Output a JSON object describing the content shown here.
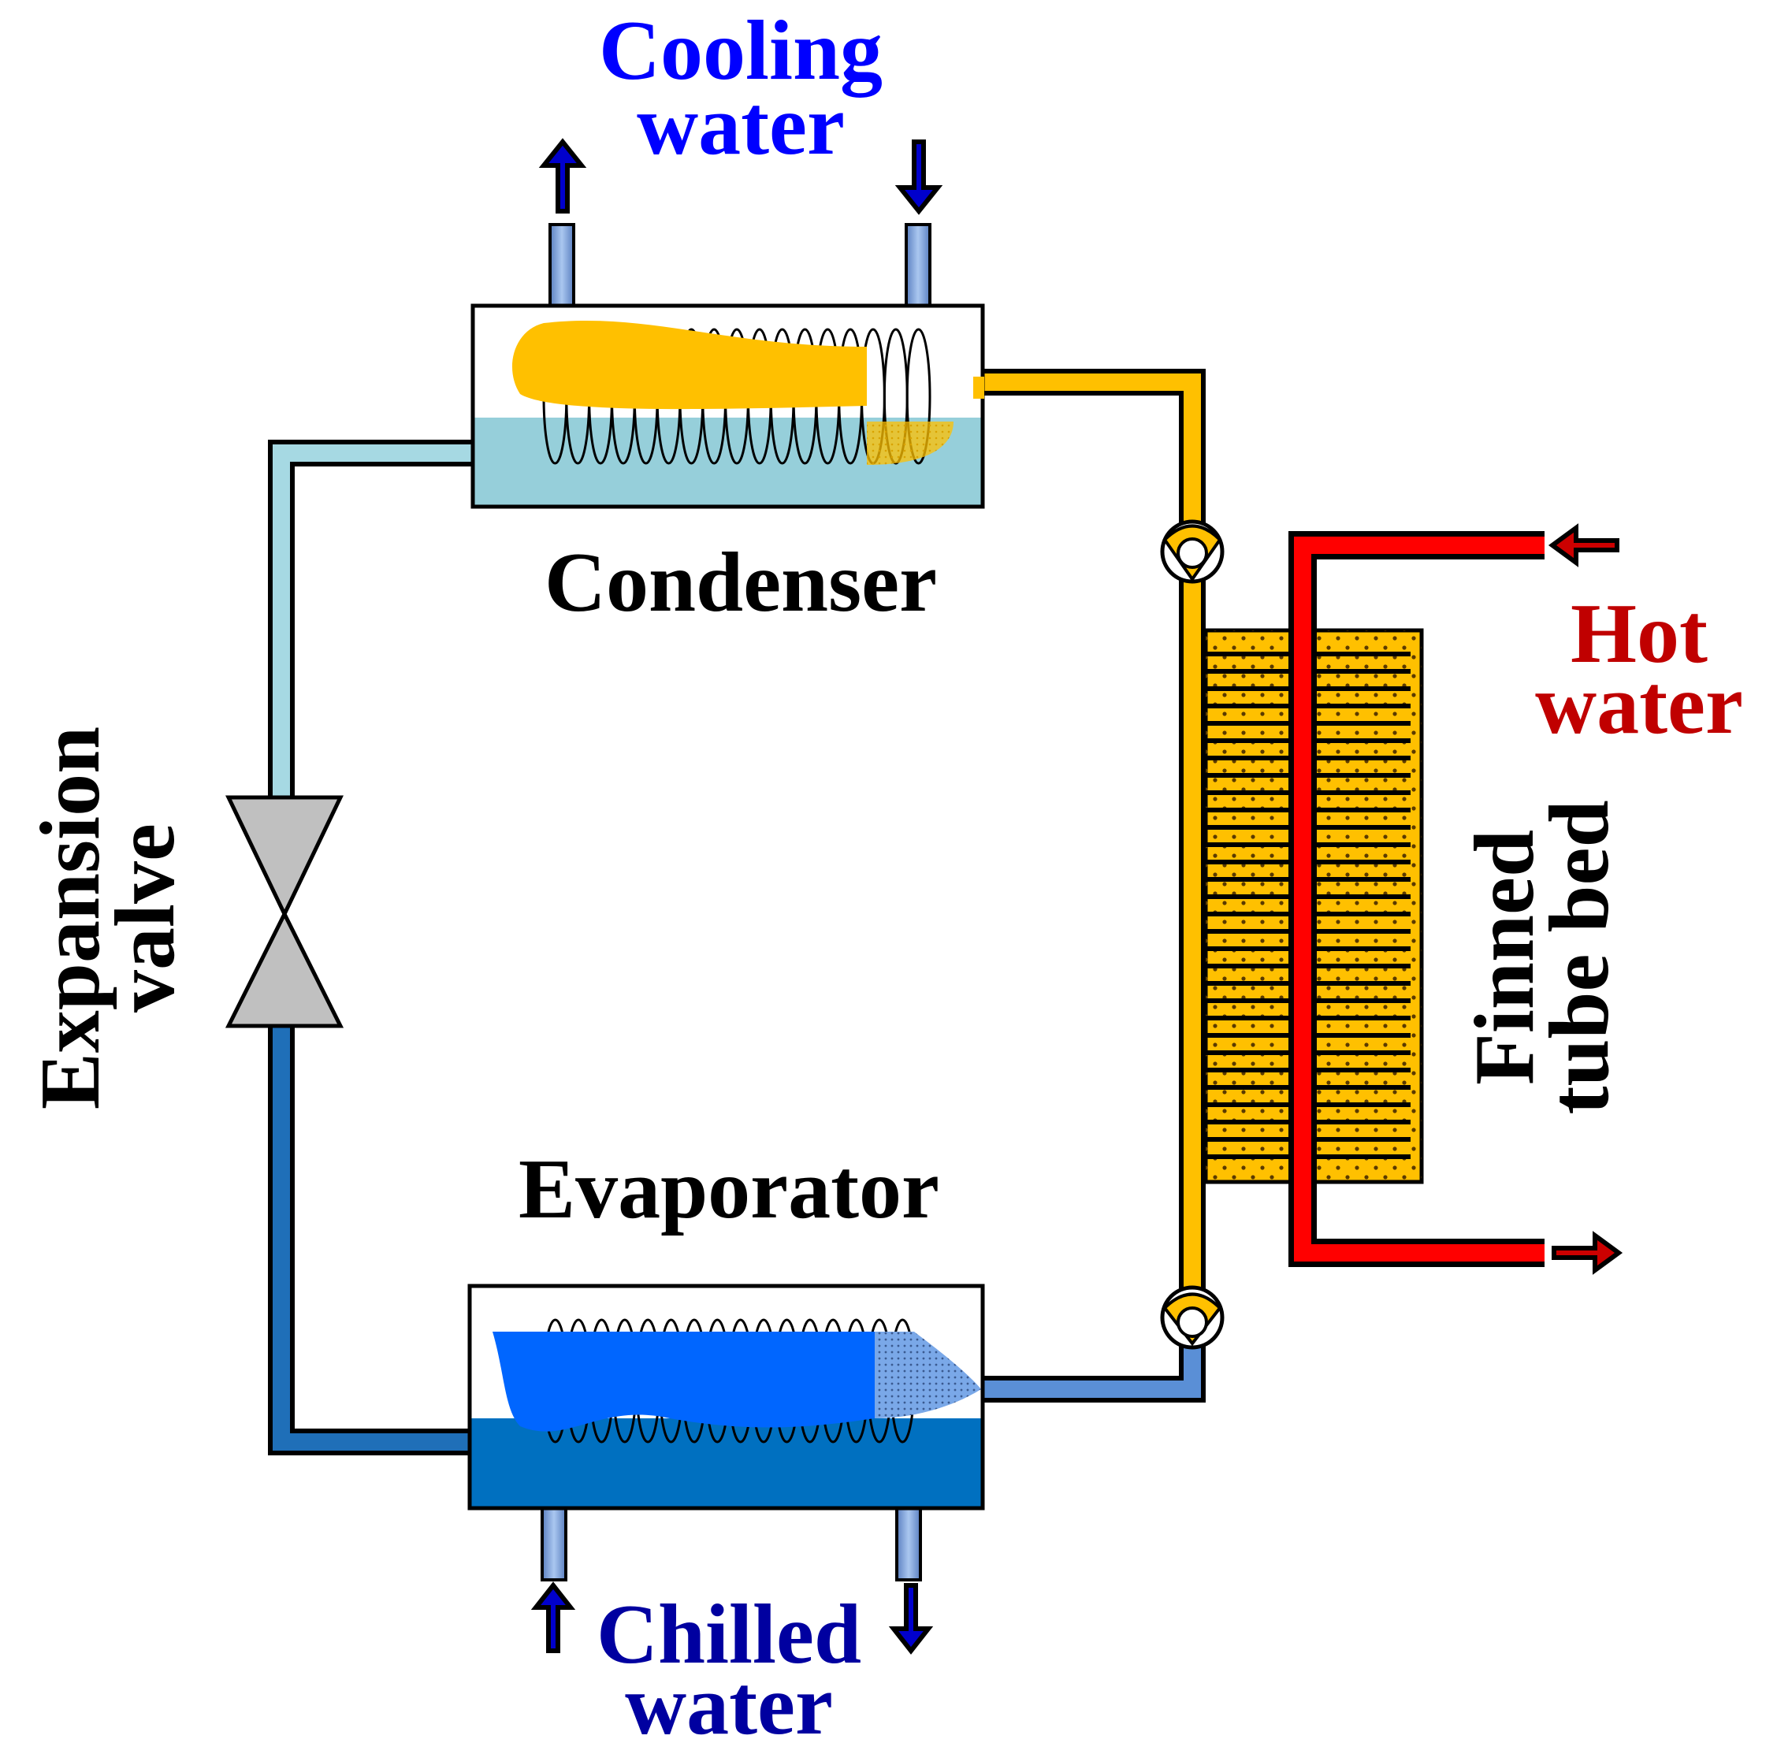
{
  "labels": {
    "cooling_water": [
      "Cooling",
      "water"
    ],
    "condenser": "Condenser",
    "evaporator": "Evaporator",
    "expansion_valve": [
      "Expansion",
      "valve"
    ],
    "chilled_water": [
      "Chilled",
      "water"
    ],
    "hot_water": [
      "Hot",
      "water"
    ],
    "finned_tube_bed": [
      "Finned",
      "tube bed"
    ]
  },
  "colors": {
    "refrigerant_vapor": "#FFC000",
    "condenser_water": "#96CFDA",
    "condensed_line": "#A6D9E3",
    "evaporator_water": "#0070C0",
    "evaporator_line": "#1F6FB8",
    "evaporator_vapor_line": "#5A8FD6",
    "evaporating_fluid": "#0066FF",
    "hot_water_pipe": "#FF0000",
    "cooling_water_label": "#0000FF",
    "chilled_water_label": "#0000A0",
    "hot_water_label": "#C00000",
    "arrow_blue": "#0000CC",
    "arrow_red": "#CC0000",
    "valve_gray": "#C0C0C0"
  },
  "icons": {
    "cooling_out": "arrow-up-icon",
    "cooling_in": "arrow-down-icon",
    "chilled_in": "arrow-up-icon",
    "chilled_out": "arrow-down-icon",
    "hot_in": "arrow-left-icon",
    "hot_out": "arrow-right-icon"
  }
}
